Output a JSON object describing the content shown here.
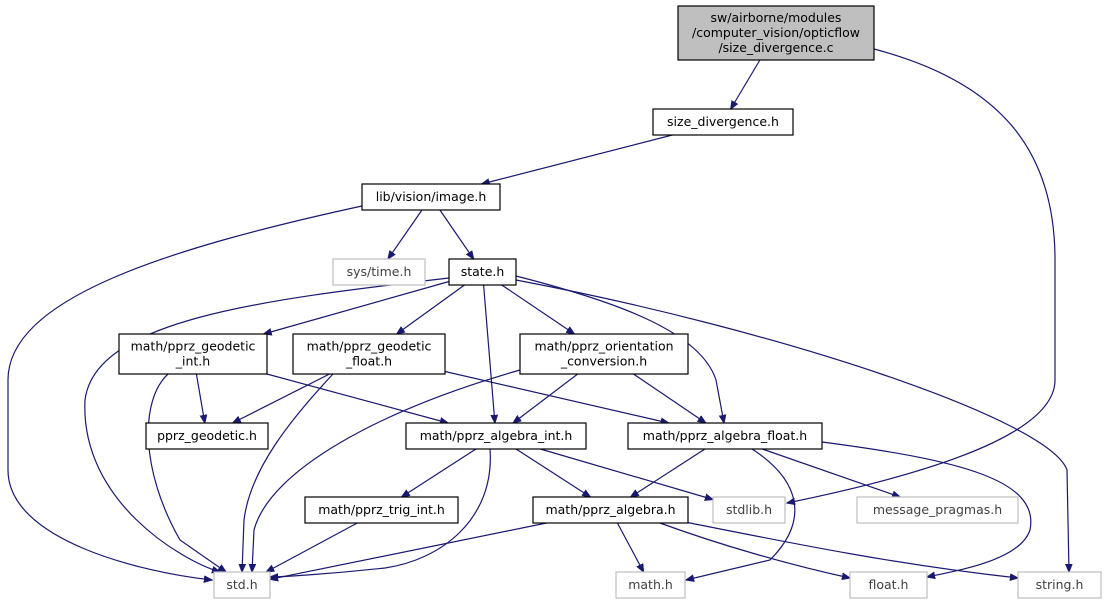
{
  "colors": {
    "edge": "#191970",
    "root_fill": "#bfbfbf",
    "node_border": "#000000",
    "external_border": "#bfbfbf",
    "external_text": "#404040",
    "node_text": "#000000"
  },
  "nodes": [
    {
      "id": "size_divergence_c",
      "lines": [
        "sw/airborne/modules",
        "/computer_vision/opticflow",
        "/size_divergence.c"
      ],
      "kind": "root"
    },
    {
      "id": "size_divergence_h",
      "lines": [
        "size_divergence.h"
      ],
      "kind": "header"
    },
    {
      "id": "lib_vision_image_h",
      "lines": [
        "lib/vision/image.h"
      ],
      "kind": "header"
    },
    {
      "id": "sys_time_h",
      "lines": [
        "sys/time.h"
      ],
      "kind": "external"
    },
    {
      "id": "state_h",
      "lines": [
        "state.h"
      ],
      "kind": "header"
    },
    {
      "id": "pprz_geodetic_int_h",
      "lines": [
        "math/pprz_geodetic",
        "_int.h"
      ],
      "kind": "header"
    },
    {
      "id": "pprz_geodetic_float_h",
      "lines": [
        "math/pprz_geodetic",
        "_float.h"
      ],
      "kind": "header"
    },
    {
      "id": "pprz_orientation_conversion_h",
      "lines": [
        "math/pprz_orientation",
        "_conversion.h"
      ],
      "kind": "header"
    },
    {
      "id": "pprz_geodetic_h",
      "lines": [
        "pprz_geodetic.h"
      ],
      "kind": "header"
    },
    {
      "id": "pprz_algebra_int_h",
      "lines": [
        "math/pprz_algebra_int.h"
      ],
      "kind": "header"
    },
    {
      "id": "pprz_algebra_float_h",
      "lines": [
        "math/pprz_algebra_float.h"
      ],
      "kind": "header"
    },
    {
      "id": "pprz_trig_int_h",
      "lines": [
        "math/pprz_trig_int.h"
      ],
      "kind": "header"
    },
    {
      "id": "pprz_algebra_h",
      "lines": [
        "math/pprz_algebra.h"
      ],
      "kind": "header"
    },
    {
      "id": "stdlib_h",
      "lines": [
        "stdlib.h"
      ],
      "kind": "external"
    },
    {
      "id": "message_pragmas_h",
      "lines": [
        "message_pragmas.h"
      ],
      "kind": "external"
    },
    {
      "id": "std_h",
      "lines": [
        "std.h"
      ],
      "kind": "external"
    },
    {
      "id": "math_h",
      "lines": [
        "math.h"
      ],
      "kind": "external"
    },
    {
      "id": "float_h",
      "lines": [
        "float.h"
      ],
      "kind": "external"
    },
    {
      "id": "string_h",
      "lines": [
        "string.h"
      ],
      "kind": "external"
    }
  ],
  "edges": [
    {
      "from": "size_divergence_c",
      "to": "size_divergence_h"
    },
    {
      "from": "size_divergence_c",
      "to": "stdlib_h"
    },
    {
      "from": "size_divergence_h",
      "to": "lib_vision_image_h"
    },
    {
      "from": "lib_vision_image_h",
      "to": "sys_time_h"
    },
    {
      "from": "lib_vision_image_h",
      "to": "state_h"
    },
    {
      "from": "lib_vision_image_h",
      "to": "std_h"
    },
    {
      "from": "state_h",
      "to": "std_h"
    },
    {
      "from": "state_h",
      "to": "pprz_geodetic_int_h"
    },
    {
      "from": "state_h",
      "to": "pprz_geodetic_float_h"
    },
    {
      "from": "state_h",
      "to": "pprz_orientation_conversion_h"
    },
    {
      "from": "state_h",
      "to": "pprz_algebra_int_h"
    },
    {
      "from": "state_h",
      "to": "pprz_algebra_float_h"
    },
    {
      "from": "state_h",
      "to": "string_h"
    },
    {
      "from": "pprz_geodetic_int_h",
      "to": "pprz_geodetic_h"
    },
    {
      "from": "pprz_geodetic_int_h",
      "to": "std_h"
    },
    {
      "from": "pprz_geodetic_int_h",
      "to": "pprz_algebra_int_h"
    },
    {
      "from": "pprz_geodetic_float_h",
      "to": "pprz_geodetic_h"
    },
    {
      "from": "pprz_geodetic_float_h",
      "to": "std_h"
    },
    {
      "from": "pprz_geodetic_float_h",
      "to": "pprz_algebra_float_h"
    },
    {
      "from": "pprz_orientation_conversion_h",
      "to": "pprz_algebra_int_h"
    },
    {
      "from": "pprz_orientation_conversion_h",
      "to": "pprz_algebra_float_h"
    },
    {
      "from": "pprz_orientation_conversion_h",
      "to": "std_h"
    },
    {
      "from": "pprz_algebra_int_h",
      "to": "pprz_trig_int_h"
    },
    {
      "from": "pprz_algebra_int_h",
      "to": "pprz_algebra_h"
    },
    {
      "from": "pprz_algebra_int_h",
      "to": "stdlib_h"
    },
    {
      "from": "pprz_algebra_int_h",
      "to": "std_h"
    },
    {
      "from": "pprz_algebra_float_h",
      "to": "pprz_algebra_h"
    },
    {
      "from": "pprz_algebra_float_h",
      "to": "message_pragmas_h"
    },
    {
      "from": "pprz_algebra_float_h",
      "to": "math_h"
    },
    {
      "from": "pprz_algebra_float_h",
      "to": "float_h"
    },
    {
      "from": "pprz_trig_int_h",
      "to": "std_h"
    },
    {
      "from": "pprz_algebra_h",
      "to": "std_h"
    },
    {
      "from": "pprz_algebra_h",
      "to": "math_h"
    },
    {
      "from": "pprz_algebra_h",
      "to": "float_h"
    },
    {
      "from": "pprz_algebra_h",
      "to": "string_h"
    }
  ]
}
